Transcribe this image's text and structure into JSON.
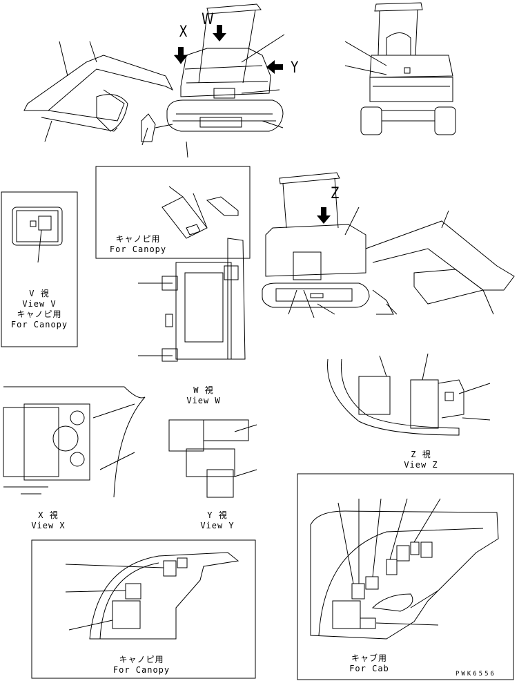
{
  "arrows": {
    "x": "X",
    "w": "W",
    "y": "Y",
    "z": "Z"
  },
  "views": {
    "v": {
      "line1": "V 視",
      "line2": "View V",
      "line3": "キャノピ用",
      "line4": "For Canopy"
    },
    "canopy_top": {
      "line1": "キャノピ用",
      "line2": "For Canopy"
    },
    "w": {
      "line1": "W 視",
      "line2": "View W"
    },
    "x": {
      "line1": "X 視",
      "line2": "View X"
    },
    "y": {
      "line1": "Y 視",
      "line2": "View Y"
    },
    "z": {
      "line1": "Z 視",
      "line2": "View Z"
    },
    "canopy_bottom": {
      "line1": "キャノピ用",
      "line2": "For Canopy"
    },
    "cab": {
      "line1": "キャブ用",
      "line2": "For Cab"
    }
  },
  "drawing_code": "PWK6556",
  "stroke_color": "#000000",
  "background": "#ffffff"
}
